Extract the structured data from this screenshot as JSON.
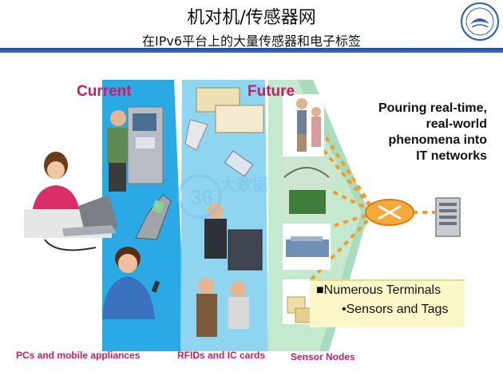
{
  "slide": {
    "title": "机对机/传感器网",
    "subtitle": "在IPv6平台上的大量传感器和电子标签",
    "label_current": "Current",
    "label_future": "Future",
    "right_text": [
      "Pouring real-time,",
      "real-world",
      "phenomena into",
      "IT networks"
    ],
    "bullets": [
      "■Numerous Terminals",
      "•Sensors and Tags"
    ],
    "captions": {
      "pcs": "PCs and mobile appliances",
      "rfid": "RFIDs and IC cards",
      "sensor": "Sensor Nodes"
    }
  },
  "colors": {
    "band1": "#2aa9e4",
    "band2": "#8fd5ef",
    "band3": "#c4e9cf",
    "accent_red": "#d0186b",
    "dotted_orange": "#f39a2a",
    "divider_blue": "#1f4e9a"
  },
  "icons": [
    "university-logo",
    "person-laptop-icon",
    "person-atm-icon",
    "mobile-phone-icon",
    "person-phone-icon",
    "rfid-card-icon",
    "people-icon",
    "greenhouse-icon",
    "conveyor-icon",
    "boxes-icon",
    "hub-icon",
    "server-icon"
  ]
}
